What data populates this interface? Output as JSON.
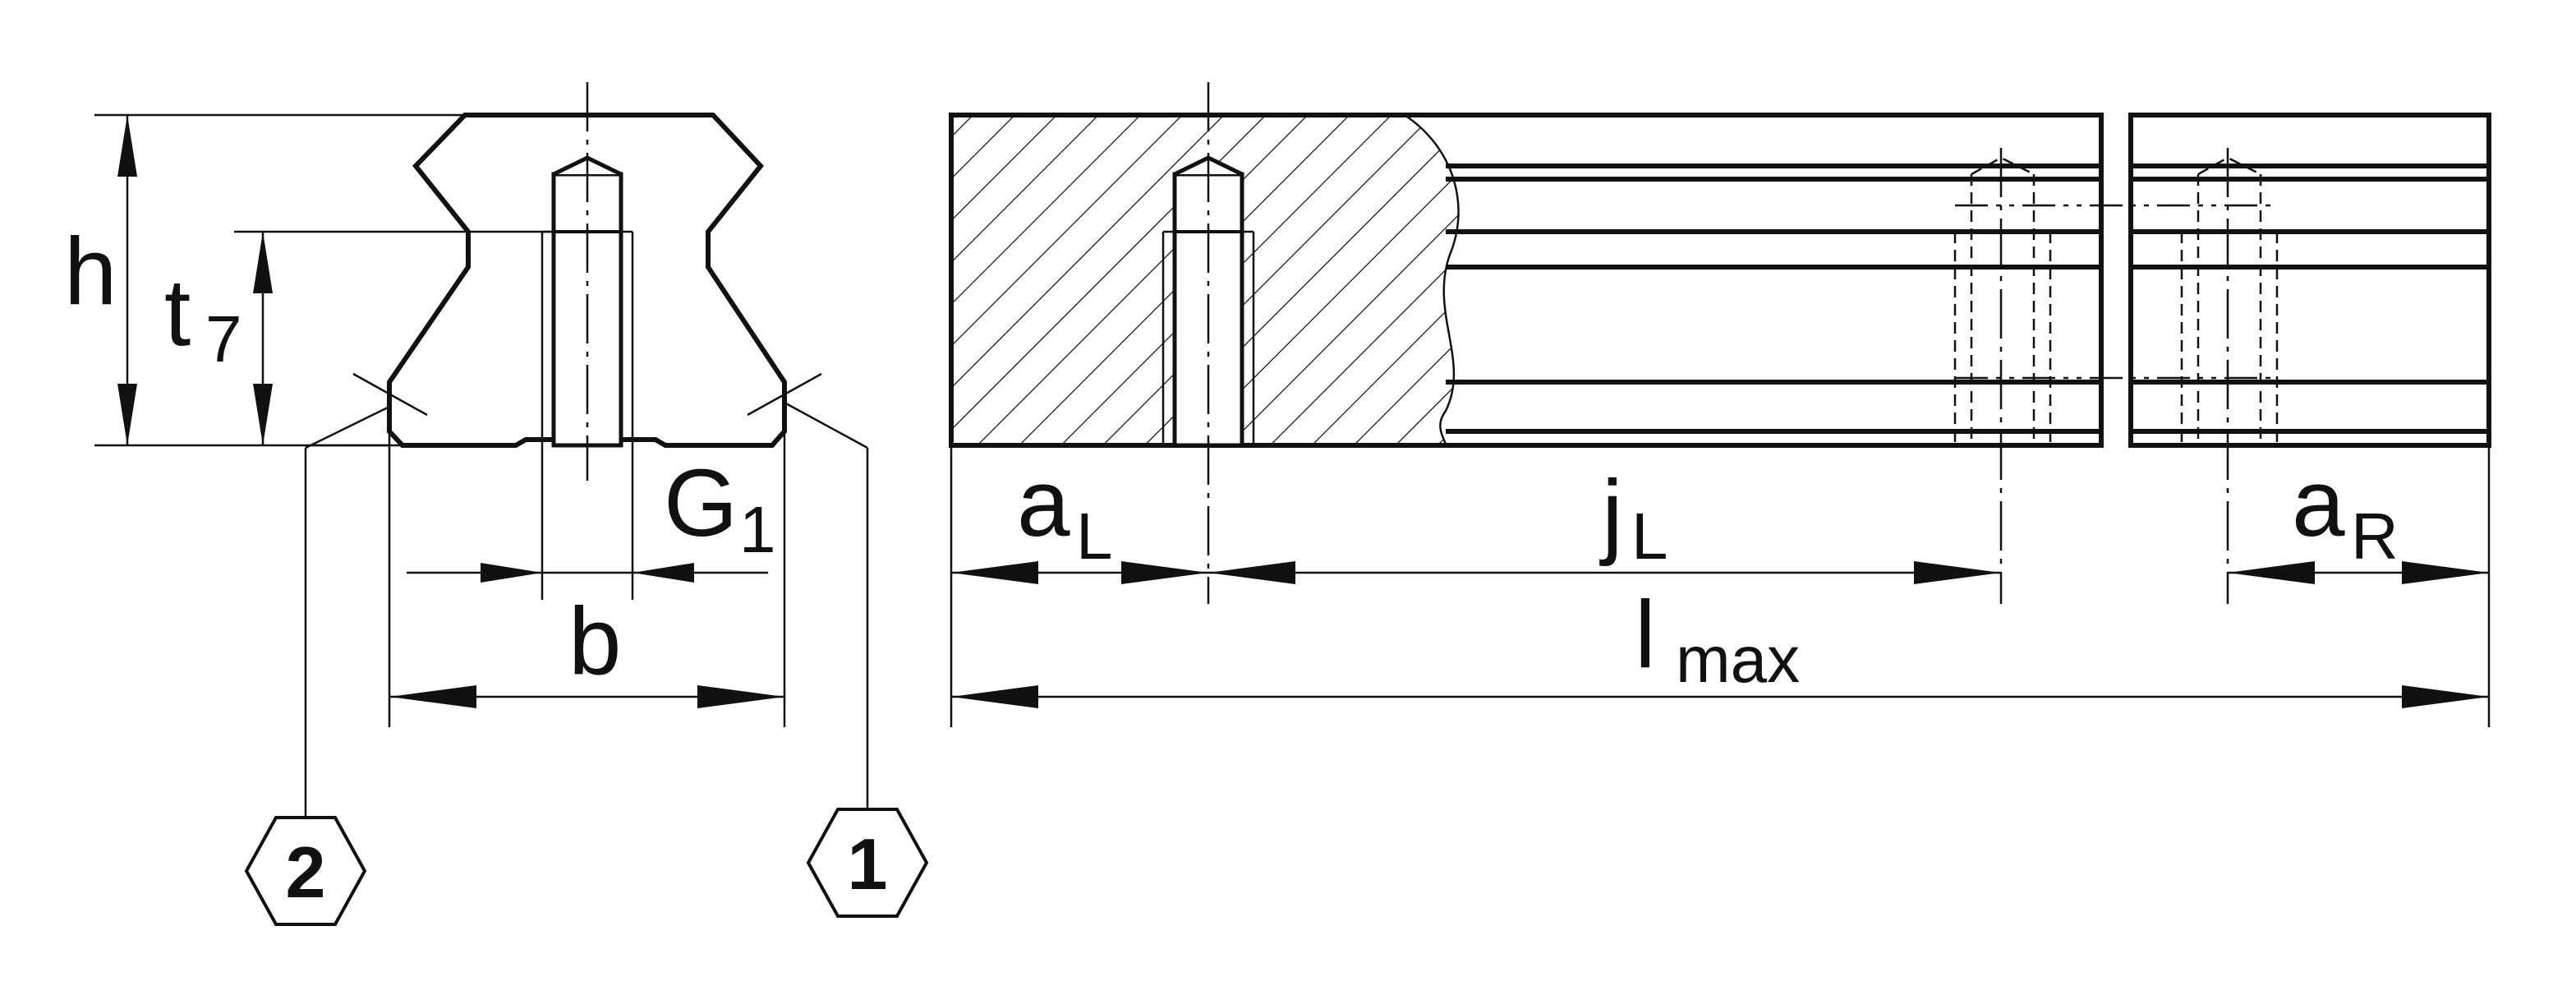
{
  "labels": {
    "h": "h",
    "t7_main": "t",
    "t7_sub": "7",
    "G1_main": "G",
    "G1_sub": "1",
    "b": "b",
    "aL_main": "a",
    "aL_sub": "L",
    "jL_main": "j",
    "jL_sub": "L",
    "aR_main": "a",
    "aR_sub": "R",
    "lmax_main": "l",
    "lmax_sub": "max"
  },
  "markers": {
    "marker_1": "1",
    "marker_2": "2"
  }
}
